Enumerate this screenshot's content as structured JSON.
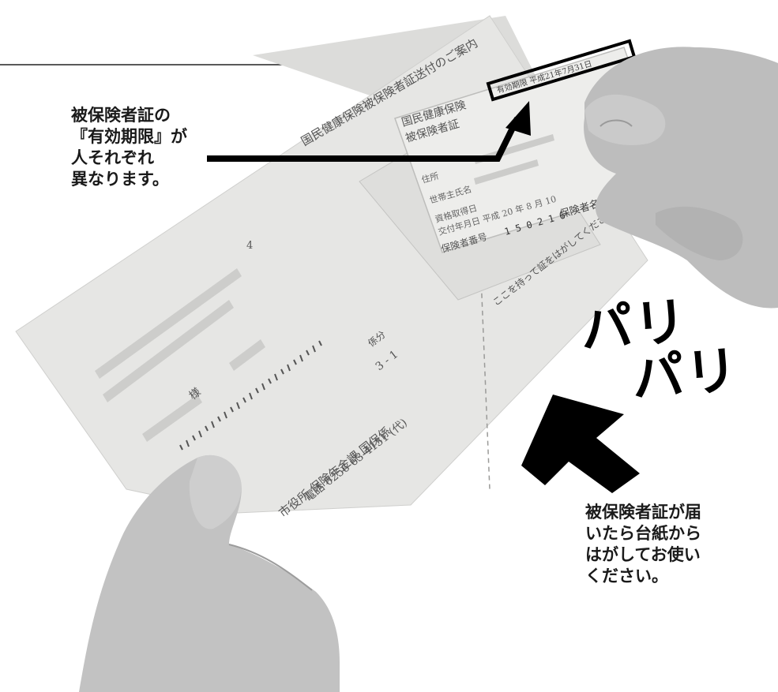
{
  "callouts": {
    "expiry_lines": [
      "被保険者証の",
      "『有効期限』が",
      "人それぞれ",
      "異なります。"
    ],
    "peel_lines": [
      "被保険者証が届",
      "いたら台紙から",
      "はがしてお使い",
      "ください。"
    ]
  },
  "sound_effect": [
    "パリ",
    "パリ"
  ],
  "card": {
    "expiry_label": "有効期限 平成21年7月31日",
    "title_lines": [
      "国民健康保険",
      "被保険者証"
    ],
    "fields": [
      "住所",
      "世帯主氏名",
      "資格取得日",
      "交付年月日 平成 20 年 8 月 10"
    ],
    "insurer_label": "保険者番号",
    "insurer_number": "1 5 0 2 1 6",
    "insurer_name": "保険者名 燕市"
  },
  "mount": {
    "heading": "国民健康保険被保険者証送付のご案内",
    "number": "4",
    "recipient_suffix": "様",
    "section": "3 - 1",
    "section_label": "係分",
    "office": "市役所 保険年金課 国保係",
    "phone": "電話 0256-63-4131 (代)",
    "peel_instruction": "ここを持って証をはがしてください"
  },
  "colors": {
    "mount_paper": "#e6e6e4",
    "card": "#ededeb",
    "skin": "#bdbdbd",
    "arrow": "#000000"
  }
}
